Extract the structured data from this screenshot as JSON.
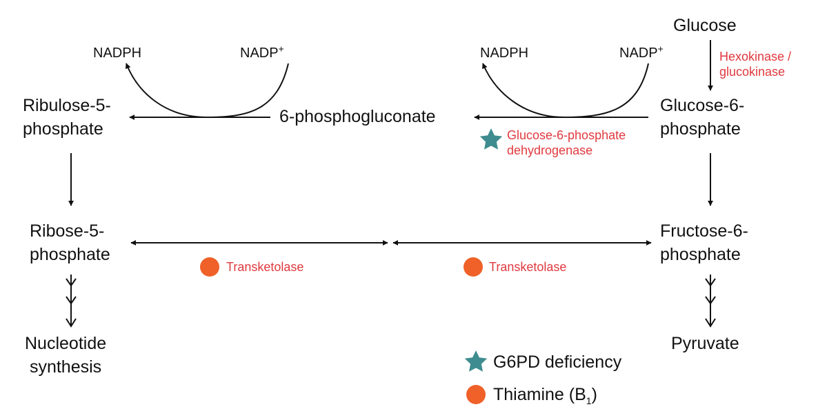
{
  "colors": {
    "enzyme": "#e0393e",
    "star": "#3e8c8f",
    "dot": "#ef6128",
    "ink": "#111111"
  },
  "icons": {
    "star": "star-icon",
    "dot": "circle-icon"
  },
  "metabolites": {
    "glucose": "Glucose",
    "glucose6p": [
      "Glucose-6-",
      "phosphate"
    ],
    "phosphogluconate": "6-phosphogluconate",
    "ribulose5p": [
      "Ribulose-5-",
      "phosphate"
    ],
    "ribose5p": [
      "Ribose-5-",
      "phosphate"
    ],
    "fructose6p": [
      "Fructose-6-",
      "phosphate"
    ],
    "nucleotide": [
      "Nucleotide",
      "synthesis"
    ],
    "pyruvate": "Pyruvate"
  },
  "cofactors": {
    "nadph_left": "NADPH",
    "nadp_left": "NADP",
    "nadph_right": "NADPH",
    "nadp_right": "NADP",
    "plus": "+"
  },
  "enzymes": {
    "hexokinase": [
      "Hexokinase /",
      "glucokinase"
    ],
    "g6pd": [
      "Glucose-6-phosphate",
      "dehydrogenase"
    ],
    "transketolase_left": "Transketolase",
    "transketolase_right": "Transketolase"
  },
  "legend": {
    "g6pd": "G6PD deficiency",
    "thiamine": "Thiamine (B",
    "thiamine_sub": "1",
    "thiamine_close": ")"
  }
}
